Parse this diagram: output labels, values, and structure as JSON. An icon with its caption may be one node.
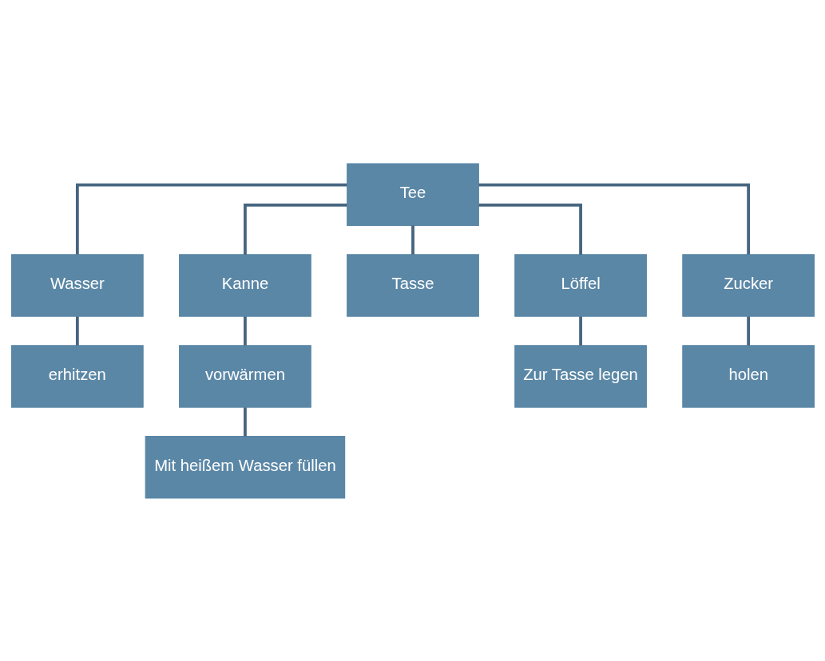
{
  "diagram": {
    "nodes": [
      {
        "text": [
          "Tee"
        ]
      },
      {
        "text": [
          "Wasser"
        ]
      },
      {
        "text": [
          "Kanne"
        ]
      },
      {
        "text": [
          "erhitzen"
        ]
      },
      {
        "text": [
          "vorwärmen"
        ]
      },
      {
        "text": [
          "Tasse"
        ]
      },
      {
        "text": [
          "Mit heißem Wasser füllen"
        ]
      },
      {
        "text": [
          "Löffel"
        ]
      },
      {
        "text": [
          "Zucker"
        ]
      },
      {
        "text": [
          "Zur Tasse legen"
        ]
      },
      {
        "text": [
          "holen"
        ]
      }
    ],
    "edges": [
      {
        "from": 0,
        "to": 1,
        "arrow": "none"
      },
      {
        "from": 0,
        "to": 2,
        "arrow": "none"
      },
      {
        "from": 1,
        "to": 3,
        "arrow": "none"
      },
      {
        "from": 2,
        "to": 4,
        "arrow": "none"
      },
      {
        "from": 0,
        "to": 5,
        "arrow": "none"
      },
      {
        "from": 4,
        "to": 6,
        "arrow": "none"
      },
      {
        "from": 0,
        "to": 7,
        "arrow": "none"
      },
      {
        "from": 0,
        "to": 8,
        "arrow": "none"
      },
      {
        "from": 7,
        "to": 9,
        "arrow": "none"
      },
      {
        "from": 8,
        "to": 10,
        "arrow": "none"
      }
    ]
  }
}
